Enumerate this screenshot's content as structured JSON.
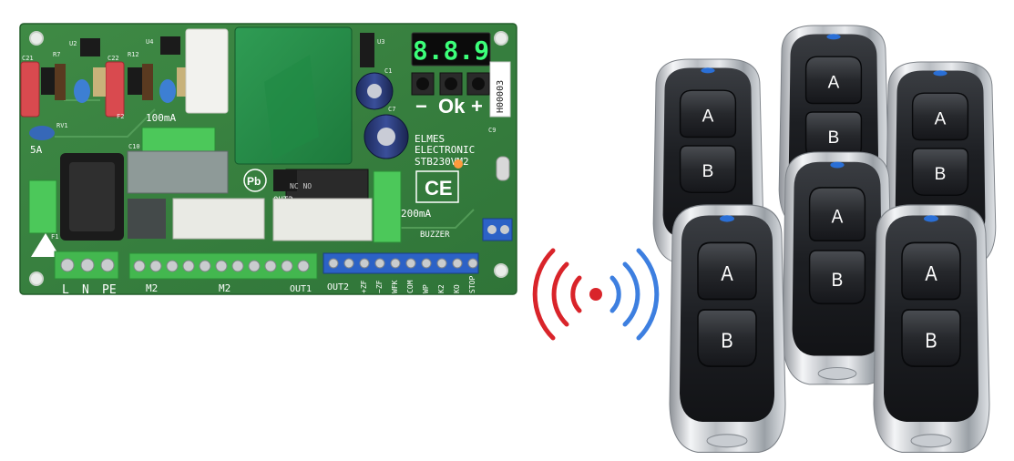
{
  "board": {
    "display_digits": "8.8.9",
    "brand_line1": "ELMES",
    "brand_line2": "ELECTRONIC",
    "model": "STB230VM2",
    "fuse_f2": "100mA",
    "fuse_f3": "200mA",
    "fuse_5a": "5A",
    "buzzer": "BUZZER",
    "ok_label": "Ok",
    "minus_label": "−",
    "plus_label": "+",
    "power_terminals": [
      "L",
      "N",
      "PE"
    ],
    "motor1": "M2",
    "motor2": "M2",
    "out1": "OUT1",
    "out2": "OUT2",
    "out2_top": "OUT2",
    "ce_mark": "CE",
    "pb_mark": "Pb",
    "sticker": "H00003",
    "relay_text": "NC NO",
    "input_terminals": [
      "+ZF",
      "−ZF",
      "WFK",
      "COM",
      "WP",
      "K2",
      "KO",
      "STOP"
    ],
    "component_labels": [
      "C21",
      "C22",
      "RV1",
      "F2",
      "F1",
      "C10",
      "U2",
      "U4",
      "U3",
      "C1",
      "C7",
      "C9",
      "R12",
      "R7"
    ]
  },
  "remotes": {
    "button_a": "A",
    "button_b": "B",
    "count": 6,
    "led_color": "#2a6fd6"
  },
  "signal": {
    "left_color": "#d9242a",
    "right_color": "#3d7fe0"
  }
}
